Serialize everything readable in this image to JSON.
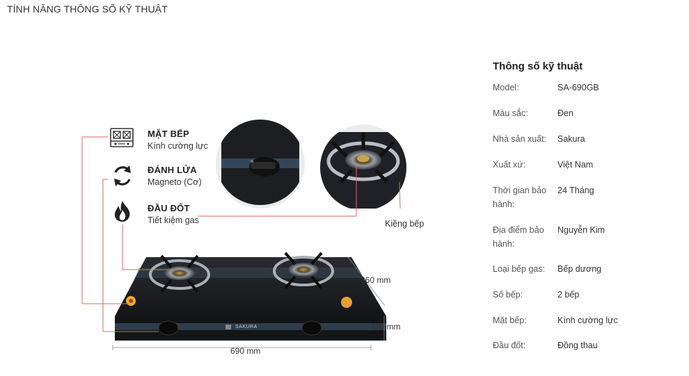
{
  "page": {
    "section_title": "TÍNH NĂNG THÔNG SỐ KỸ THUẬT"
  },
  "features": [
    {
      "title": "MẶT BẾP",
      "desc": "Kính cường lực",
      "icon": "stove-top-icon"
    },
    {
      "title": "ĐÁNH LỬA",
      "desc": "Magneto (Cơ)",
      "icon": "ignition-cycle-icon"
    },
    {
      "title": "ĐẦU ĐỐT",
      "desc": "Tiết kiệm gas",
      "icon": "flame-icon"
    }
  ],
  "callouts": {
    "grate": "Kiềng bếp"
  },
  "dimensions": {
    "depth": "360 mm",
    "height": "110 mm",
    "width": "690 mm"
  },
  "product_labels": {
    "brand": "SAKURA"
  },
  "specs": {
    "heading": "Thông số kỹ thuật",
    "rows": [
      {
        "label": "Model:",
        "value": "SA-690GB"
      },
      {
        "label": "Màu sắc:",
        "value": "Đen"
      },
      {
        "label": "Nhà sản xuất:",
        "value": "Sakura"
      },
      {
        "label": "Xuất xứ:",
        "value": "Việt Nam"
      },
      {
        "label": "Thời gian bảo hành:",
        "value": "24 Tháng"
      },
      {
        "label": "Địa điểm bảo hành:",
        "value": "Nguyễn Kim"
      },
      {
        "label": "Loại bếp gas:",
        "value": "Bếp dương"
      },
      {
        "label": "Số bếp:",
        "value": "2 bếp"
      },
      {
        "label": "Mặt bếp:",
        "value": "Kính cường lực"
      },
      {
        "label": "Đầu đốt:",
        "value": "Đồng thau"
      }
    ]
  },
  "colors": {
    "callout_line": "#e06666",
    "glass": "#1e1f24",
    "accent_stripe": "#3a4a5a"
  }
}
